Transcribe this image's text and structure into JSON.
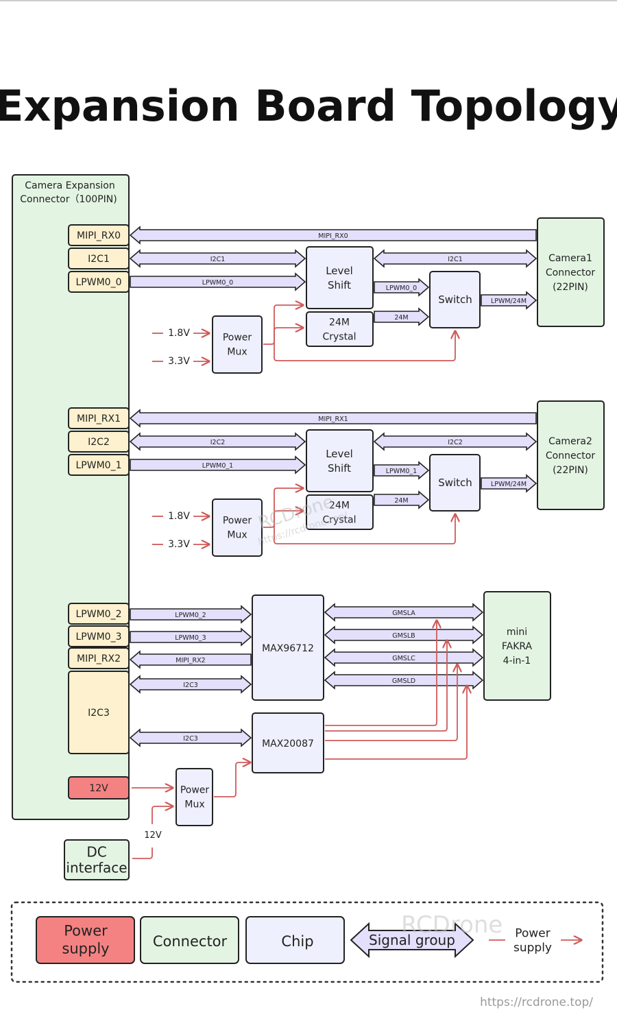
{
  "title": "Expansion Board Topology",
  "main_connector": {
    "line1": "Camera Expansion",
    "line2": "Connector（100PIN)"
  },
  "pins": {
    "mipi_rx0": "MIPI_RX0",
    "i2c1": "I2C1",
    "lpwm0_0": "LPWM0_0",
    "mipi_rx1": "MIPI_RX1",
    "i2c2": "I2C2",
    "lpwm0_1": "LPWM0_1",
    "lpwm0_2": "LPWM0_2",
    "lpwm0_3": "LPWM0_3",
    "mipi_rx2": "MIPI_RX2",
    "i2c3": "I2C3",
    "v12": "12V"
  },
  "group1": {
    "level_shift": [
      "Level",
      "Shift"
    ],
    "crystal": [
      "24M",
      "Crystal"
    ],
    "switch": "Switch",
    "power_mux": [
      "Power",
      "Mux"
    ],
    "v18": "1.8V",
    "v33": "3.3V",
    "camera": [
      "Camera1",
      "Connector",
      "(22PIN)"
    ],
    "sig_mipi": "MIPI_RX0",
    "sig_i2c_left": "I2C1",
    "sig_i2c_right": "I2C1",
    "sig_lpwm": "LPWM0_0",
    "sig_lpwm_b": "LPWM0_0",
    "sig_24m": "24M",
    "sig_out": "LPWM/24M"
  },
  "group2": {
    "level_shift": [
      "Level",
      "Shift"
    ],
    "crystal": [
      "24M",
      "Crystal"
    ],
    "switch": "Switch",
    "power_mux": [
      "Power",
      "Mux"
    ],
    "v18": "1.8V",
    "v33": "3.3V",
    "camera": [
      "Camera2",
      "Connector",
      "(22PIN)"
    ],
    "sig_mipi": "MIPI_RX1",
    "sig_i2c_left": "I2C2",
    "sig_i2c_right": "I2C2",
    "sig_lpwm": "LPWM0_1",
    "sig_lpwm_b": "LPWM0_1",
    "sig_24m": "24M",
    "sig_out": "LPWM/24M"
  },
  "group3": {
    "max96712": "MAX96712",
    "max20087": "MAX20087",
    "fakra": [
      "mini",
      "FAKRA",
      "4-in-1"
    ],
    "sig_lpwm2": "LPWM0_2",
    "sig_lpwm3": "LPWM0_3",
    "sig_mipi2": "MIPI_RX2",
    "sig_i2c3a": "I2C3",
    "sig_i2c3b": "I2C3",
    "gmsl": [
      "GMSLA",
      "GMSLB",
      "GMSLC",
      "GMSLD"
    ],
    "power_mux": [
      "Power",
      "Mux"
    ]
  },
  "dc": {
    "label": [
      "DC",
      "interface"
    ],
    "v12": "12V"
  },
  "legend": {
    "power_supply": [
      "Power",
      "supply"
    ],
    "connector": "Connector",
    "chip": "Chip",
    "signal_group": "Signal group",
    "power_line": [
      "Power",
      "supply"
    ]
  },
  "watermark": {
    "text": "RCDrone",
    "url": "https://rcdrone.top/"
  },
  "colors": {
    "connector": "#e3f4e3",
    "chip": "#eef0fd",
    "pin": "#fdf1cf",
    "power": "#f48282",
    "signal": "#e4dffb",
    "power_line": "#cf5a5a"
  }
}
